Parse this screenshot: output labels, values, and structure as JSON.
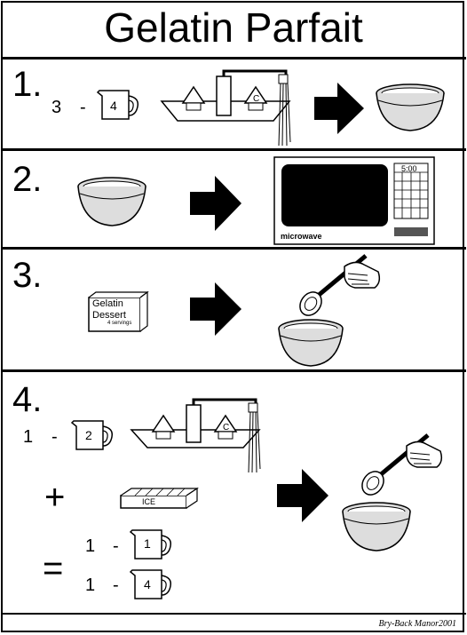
{
  "title": "Gelatin Parfait",
  "steps": [
    {
      "number": "1.",
      "qty": "3",
      "dash": "-",
      "cup": "4"
    },
    {
      "number": "2.",
      "microwave_label": "microwave",
      "timer": "5:00"
    },
    {
      "number": "3.",
      "box_line1": "Gelatin",
      "box_line2": "Dessert",
      "box_line3": "4 servings"
    },
    {
      "number": "4.",
      "qty": "1",
      "dash": "-",
      "cup": "2",
      "plus": "+",
      "ice_label": "ICE",
      "equals": "=",
      "results": [
        {
          "qty": "1",
          "dash": "-",
          "cup": "1"
        },
        {
          "qty": "1",
          "dash": "-",
          "cup": "4"
        }
      ]
    }
  ],
  "credit": "Bry-Back Manor2001"
}
